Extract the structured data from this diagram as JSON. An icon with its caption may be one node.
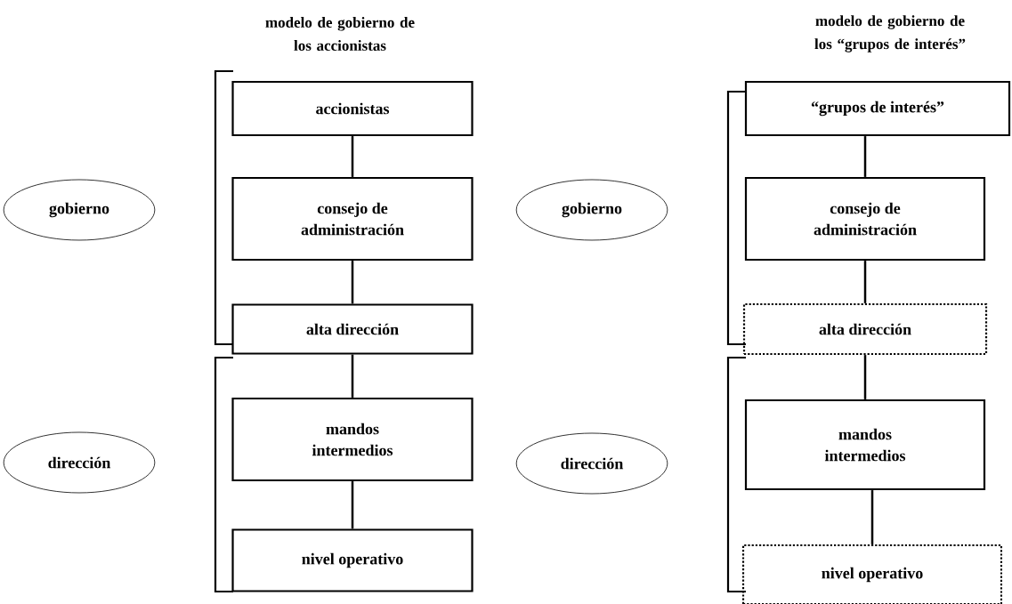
{
  "diagram": {
    "nodes": [
      {
        "text": [
          "gobierno"
        ]
      },
      {
        "text": [
          "accionistas"
        ]
      },
      {
        "text": [
          "consejo de administración"
        ]
      },
      {
        "text": [
          "alta dirección"
        ]
      },
      {
        "text": [
          "dirección"
        ]
      },
      {
        "text": [
          "mandos intermedios"
        ]
      },
      {
        "text": [
          "nivel operativo"
        ]
      },
      {
        "text": [
          "gobierno"
        ]
      },
      {
        "text": [
          "“grupos de interés”"
        ]
      },
      {
        "text": [
          "consejo de administración"
        ]
      },
      {
        "text": [
          "alta dirección"
        ]
      },
      {
        "text": [
          "dirección"
        ]
      },
      {
        "text": [
          "mandos intermedios"
        ]
      },
      {
        "text": [
          "nivel operativo"
        ]
      }
    ],
    "edges": [
      {
        "from": 1,
        "to": 2,
        "arrow": "none"
      },
      {
        "from": 2,
        "to": 3,
        "arrow": "none"
      },
      {
        "from": 3,
        "to": 5,
        "arrow": "none"
      },
      {
        "from": 5,
        "to": 6,
        "arrow": "none"
      },
      {
        "from": 8,
        "to": 9,
        "arrow": "none"
      },
      {
        "from": 9,
        "to": 10,
        "arrow": "none"
      },
      {
        "from": 10,
        "to": 12,
        "arrow": "none"
      },
      {
        "from": 12,
        "to": 13,
        "arrow": "none"
      }
    ],
    "labels": [
      "modelo de gobierno de los accionistas",
      "modelo de gobierno de los “grupos de interés”"
    ]
  }
}
